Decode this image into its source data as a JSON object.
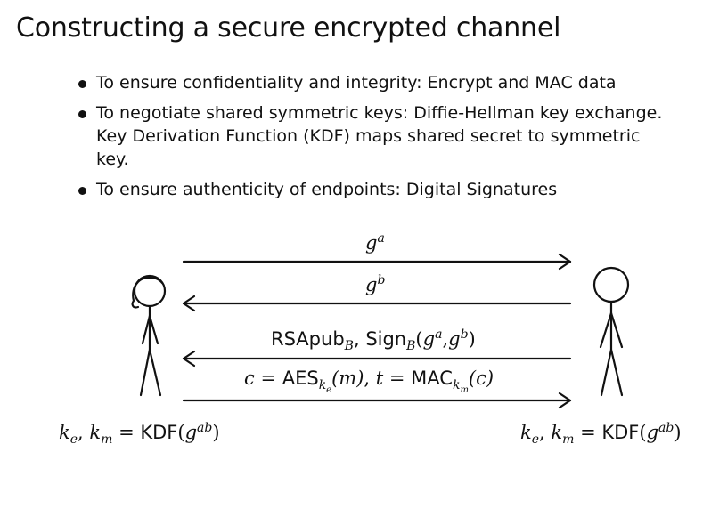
{
  "slide": {
    "title": "Constructing a secure encrypted channel",
    "bullets": [
      "To ensure confidentiality and integrity: Encrypt and MAC data",
      "To negotiate shared symmetric keys: Diffie-Hellman key exchange. Key Derivation Function (KDF) maps shared secret to symmetric key.",
      "To ensure authenticity of endpoints: Digital Signatures"
    ]
  },
  "diagram": {
    "msg1": {
      "base": "g",
      "exp": "a"
    },
    "msg2": {
      "base": "g",
      "exp": "b"
    },
    "msg3": {
      "rsa": "RSApub",
      "rsa_sub": "B",
      "comma": ", ",
      "sign": "Sign",
      "sign_sub": "B",
      "open": "(",
      "g1": "g",
      "e1": "a",
      "sep": ",",
      "g2": "g",
      "e2": "b",
      "close": ")"
    },
    "msg4": {
      "c": "c",
      "eq1": " = ",
      "aes": "AES",
      "k1": "k",
      "k1s": "e",
      "marg": "(m)",
      "comma": ", ",
      "t": "t",
      "eq2": " = ",
      "mac": "MAC",
      "k2": "k",
      "k2s": "m",
      "carg": "(c)"
    },
    "key_left": {
      "ke": "k",
      "ke_s": "e",
      "sep": ", ",
      "km": "k",
      "km_s": "m",
      "eq": " = ",
      "kdf": "KDF",
      "open": "(",
      "g": "g",
      "exp": "ab",
      "close": ")"
    },
    "key_right": {
      "ke": "k",
      "ke_s": "e",
      "sep": ", ",
      "km": "k",
      "km_s": "m",
      "eq": " = ",
      "kdf": "KDF",
      "open": "(",
      "g": "g",
      "exp": "ab",
      "close": ")"
    }
  }
}
